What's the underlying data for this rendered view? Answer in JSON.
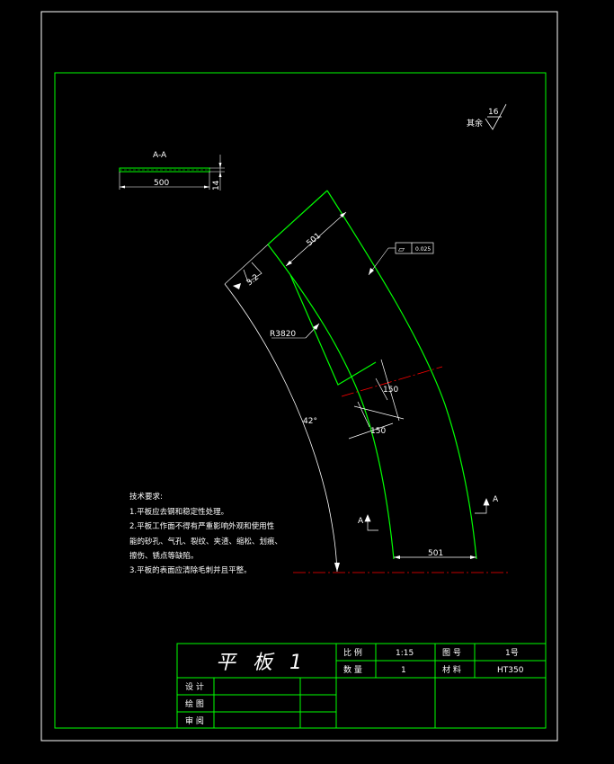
{
  "section": {
    "label": "A-A",
    "width_dim": "500",
    "thk_dim": "14"
  },
  "roughness": {
    "prefix": "其余",
    "value": "16"
  },
  "flatness": {
    "symbol": "▱",
    "value": "0.025"
  },
  "dims": {
    "top_width": "501",
    "bottom_width": "501",
    "roughness_local": "3.2",
    "radius": "R3820",
    "angle": "42°",
    "hole_v": "150",
    "hole_h": "150",
    "sect_left": "A",
    "sect_right": "A"
  },
  "notes": {
    "heading": "技术要求:",
    "lines": [
      "1.平板应去钢和稳定性处理。",
      "2.平板工作面不得有严重影响外观和使用性",
      "能的砂孔、气孔、裂纹、夹渣、缩松、划痕、",
      "擦伤、锈点等缺陷。",
      "3.平板的表面应清除毛刺并且平整。"
    ]
  },
  "titleblock": {
    "part_name": "平 板 1",
    "scale_label": "比 例",
    "scale_value": "1:15",
    "qty_label": "数 量",
    "qty_value": "1",
    "drawing_no_label": "图 号",
    "drawing_no_value": "1号",
    "material_label": "材 料",
    "material_value": "HT350",
    "design_label": "设 计",
    "drafter_label": "绘 图",
    "review_label": "审 阅"
  },
  "colors": {
    "frame": "#ffffff",
    "border": "#00ff00",
    "center": "#ff0000",
    "dim": "#ffffff"
  }
}
